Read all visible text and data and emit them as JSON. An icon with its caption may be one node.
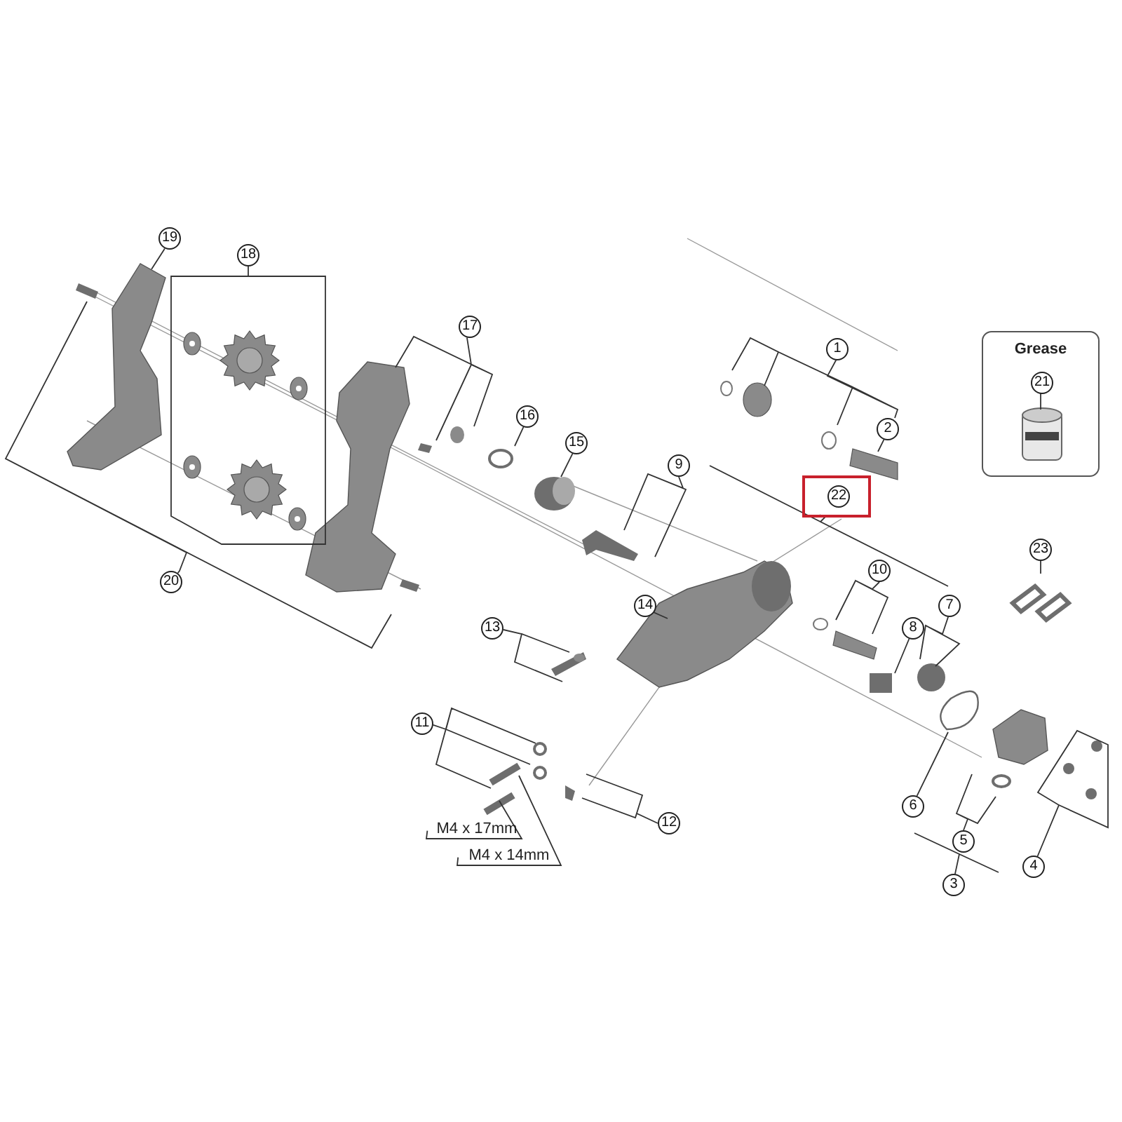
{
  "diagram": {
    "nodes": [
      {
        "text": [
          "19"
        ]
      },
      {
        "text": [
          "18"
        ]
      },
      {
        "text": [
          "17"
        ]
      },
      {
        "text": [
          "1"
        ]
      },
      {
        "text": [
          "Grease"
        ]
      },
      {
        "text": [
          "21"
        ],
        "in": 4
      },
      {
        "text": [
          "16"
        ]
      },
      {
        "text": [
          "2"
        ]
      },
      {
        "text": [
          "15"
        ]
      },
      {
        "text": [
          "9"
        ]
      },
      {
        "text": [],
        "shape": "box"
      },
      {
        "text": [
          "22"
        ],
        "in": 10
      },
      {
        "text": [
          "20"
        ]
      },
      {
        "text": [
          "23"
        ]
      },
      {
        "text": [
          "10"
        ]
      },
      {
        "text": [
          "14"
        ]
      },
      {
        "text": [
          "7"
        ]
      },
      {
        "text": [
          "13"
        ]
      },
      {
        "text": [
          "8"
        ]
      },
      {
        "text": [
          "11"
        ]
      },
      {
        "text": [
          "6"
        ]
      },
      {
        "text": [
          "12"
        ]
      },
      {
        "text": [
          "5"
        ]
      },
      {
        "text": [
          "M4 x 17mm"
        ]
      },
      {
        "text": [
          "4"
        ]
      },
      {
        "text": [
          "M4 x 14mm"
        ]
      },
      {
        "text": [
          "3"
        ]
      }
    ],
    "edges": [
      {
        "from": 0,
        "to": null,
        "arrow": "none"
      },
      {
        "from": 1,
        "to": null,
        "arrow": "none"
      },
      {
        "from": 2,
        "to": null,
        "arrow": "none"
      },
      {
        "from": 3,
        "to": null,
        "arrow": "none"
      },
      {
        "from": 5,
        "to": null,
        "arrow": "none"
      },
      {
        "from": 6,
        "to": null,
        "arrow": "none"
      },
      {
        "from": 7,
        "to": null,
        "arrow": "none"
      },
      {
        "from": 8,
        "to": null,
        "arrow": "none"
      },
      {
        "from": 9,
        "to": null,
        "arrow": "none"
      },
      {
        "from": 10,
        "to": null,
        "arrow": "none"
      },
      {
        "from": 12,
        "to": null,
        "arrow": "none"
      },
      {
        "from": 13,
        "to": null,
        "arrow": "none"
      },
      {
        "from": 14,
        "to": null,
        "arrow": "none"
      },
      {
        "from": 15,
        "to": null,
        "arrow": "none"
      },
      {
        "from": 16,
        "to": null,
        "arrow": "none"
      },
      {
        "from": 17,
        "to": null,
        "arrow": "none"
      },
      {
        "from": 18,
        "to": null,
        "arrow": "none"
      },
      {
        "from": 19,
        "to": null,
        "arrow": "none"
      },
      {
        "from": 20,
        "to": null,
        "arrow": "none"
      },
      {
        "from": 21,
        "to": null,
        "arrow": "none"
      },
      {
        "from": 22,
        "to": null,
        "arrow": "none"
      },
      {
        "from": 23,
        "to": null,
        "arrow": "none"
      },
      {
        "from": 24,
        "to": null,
        "arrow": "none"
      },
      {
        "from": 25,
        "to": null,
        "arrow": "none"
      },
      {
        "from": 26,
        "to": null,
        "arrow": "none"
      }
    ]
  }
}
